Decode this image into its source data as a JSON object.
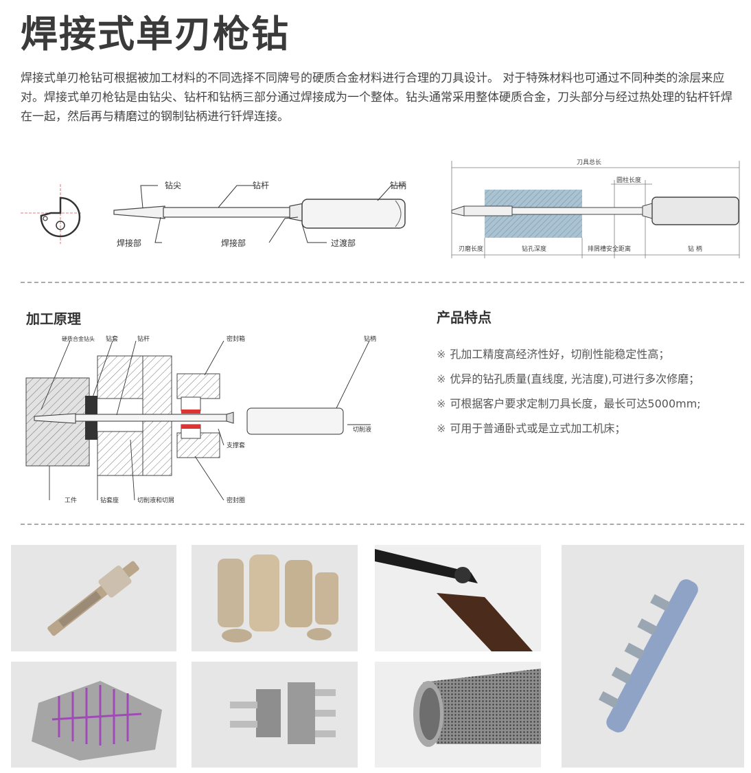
{
  "header": {
    "title": "焊接式单刃枪钻",
    "intro": "焊接式单刃枪钻可根据被加工材料的不同选择不同牌号的硬质合金材料进行合理的刀具设计。 对于特殊材料也可通过不同种类的涂层来应对。焊接式单刃枪钻是由钻尖、钻杆和钻柄三部分通过焊接成为一个整体。钻头通常采用整体硬质合金，刀头部分与经过热处理的钻杆钎焊在一起，然后再与精磨过的钢制钻柄进行钎焊连接。"
  },
  "drill_diagram": {
    "tip": "钻尖",
    "shaft": "钻杆",
    "shank": "钻柄",
    "weld1": "焊接部",
    "weld2": "焊接部",
    "transition": "过渡部"
  },
  "dimension_diagram": {
    "total_length": "刀具总长",
    "cylinder_length": "圆柱长度",
    "regrind_length": "刃磨长度",
    "hole_depth": "钻孔深度",
    "chip_safety": "排屑槽安全距离",
    "shank": "钻 柄"
  },
  "principle": {
    "heading": "加工原理",
    "carbide_tip": "硬质合金钻头",
    "bushing": "钻套",
    "shaft": "钻杆",
    "seal_box": "密封箱",
    "shank": "钻柄",
    "coolant": "切削液",
    "support": "支撑套",
    "workpiece": "工件",
    "bushing_seat": "钻套座",
    "coolant_chips": "切削液和切屑",
    "seal_ring": "密封圈"
  },
  "features": {
    "heading": "产品特点",
    "mark": "※",
    "items": [
      "孔加工精度高经济性好，切削性能稳定性高；",
      "优异的钻孔质量(直线度, 光洁度),可进行多次修磨；",
      "可根据客户要求定制刀具长度，最长可达5000mm;",
      "可用于普通卧式或是立式加工机床；"
    ]
  },
  "colors": {
    "title": "#3a3a3a",
    "leader_line": "#333333",
    "dimension_line": "#7a7a7a",
    "workpiece_fill": "#e2e2e2",
    "hatch": "#444444",
    "photo_bg": "#e6e6e6",
    "crosshair": "#e05050",
    "block_blue": "#a9c3d3"
  },
  "gallery": [
    {
      "icon": "threaded-shaft-photo-icon"
    },
    {
      "icon": "bottle-mold-photo-icon"
    },
    {
      "icon": "shotgun-photo-icon"
    },
    {
      "icon": "fuel-rail-photo-icon"
    },
    {
      "icon": "mold-cooling-channels-photo-icon"
    },
    {
      "icon": "hydraulic-manifold-photo-icon"
    },
    {
      "icon": "perforated-tube-photo-icon"
    }
  ]
}
